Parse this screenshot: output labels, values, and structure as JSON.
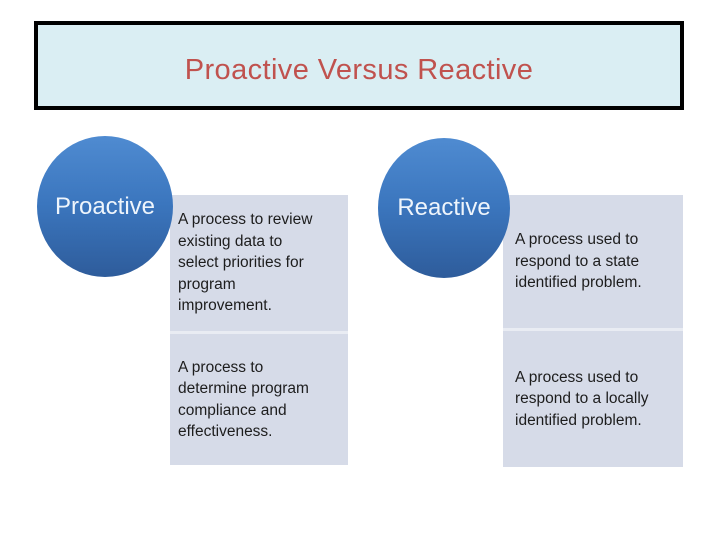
{
  "slide": {
    "title": "Proactive Versus Reactive"
  },
  "proactive": {
    "label": "Proactive",
    "boxes": [
      "A process to review\nexisting data to\nselect priorities for\nprogram\nimprovement.",
      "A process to\ndetermine program\ncompliance and\neffectiveness."
    ]
  },
  "reactive": {
    "label": "Reactive",
    "boxes": [
      "A process used to\nrespond to a state\nidentified problem.",
      "A process used to\nrespond to a locally\nidentified problem."
    ]
  },
  "colors": {
    "title_text": "#c0524e",
    "title_bg": "#daeef3",
    "title_border": "#000000",
    "circle_gradient_top": "#4f8bd1",
    "circle_gradient_bottom": "#2e5c9b",
    "circle_label_text": "#eef5fc",
    "info_box_bg": "#d6dbe8",
    "body_text": "#1d1d1d"
  }
}
